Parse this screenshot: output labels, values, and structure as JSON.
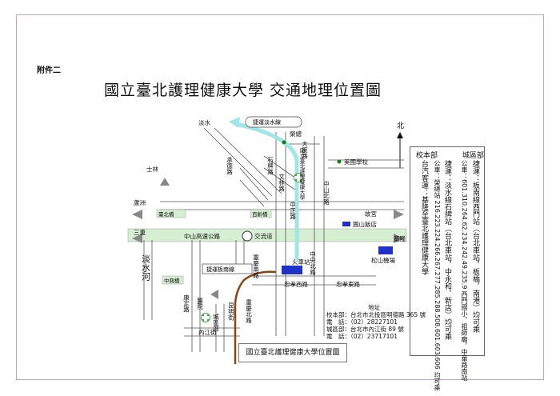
{
  "attachment": "附件二",
  "title": "國立臺北護理健康大學 交通地理位置圖",
  "north": "北",
  "map": {
    "roads": {
      "chengde": "承德路",
      "shipai": "石牌路",
      "zhongshan": "中山北路",
      "zhongzheng": "中正路",
      "dalu": "大度路",
      "wenlin": "文林路",
      "zhongyang": "中央北路",
      "chongqing": "重慶北路",
      "zhongxiao": "忠孝西路",
      "zhongxiao_e": "忠孝東路",
      "kangding": "康定路",
      "kunming": "昆明街",
      "neijiang": "內江街",
      "chongqing_s": "重慶南路",
      "freeway": "中山高速公路"
    },
    "places": {
      "tamsui": "淡水",
      "shilin": "士林",
      "luzhou": "蘆洲",
      "sanchong": "三重",
      "river": "淡水河",
      "keelung": "基隆",
      "gugong": "故宮",
      "rongzong": "榮總",
      "school": "美國學校",
      "univ": "國立臺北護理健康大學",
      "grand_hotel": "圓山飯店",
      "songshan": "松山機場",
      "interchange": "交流道",
      "station": "火車站",
      "hospital": "醫院",
      "chengde_div": "城區部",
      "jiangbei": "臺北橋",
      "baiju": "百齡橋",
      "zhongxing": "中興橋"
    },
    "callouts": {
      "mrt_tamsui": "捷運淡水線",
      "mrt_banqiao": "捷運板南線"
    },
    "address": {
      "label": "地址",
      "campus_main": "校本部：台北市北投區明德路 365 號",
      "tel_main": "電　話：（02）28227101",
      "campus_city": "城區部：台北市內江街 89 號",
      "tel_city": "電　話：（02）23717101"
    },
    "caption": "國立臺北護理健康大學位置圖"
  },
  "legend": {
    "head_main": "校本部",
    "head_city": "城區部",
    "lines": [
      "捷運：板南線西門站（台北車站，板橋，南港）均可乘",
      "公車：601.310.264.62.234.242.49.235.9 西門國小，祖師廟，中華路南站",
      "捷運：淡水線石牌站（台北車站，中永和，新店）均可乘",
      "公車：榮總站 216.223.224.266.267.277.285.288.508.601.603.606 均可乘",
      "台汽客運：基隆至臺北護理健康大學"
    ]
  },
  "colors": {
    "mrt": "#9ee6e8",
    "highway": "#d6efd3",
    "route": "#8b4513",
    "blue_box": "#1f31c8",
    "hospital": "#3cae3c",
    "frame": "#c9a0cc"
  }
}
